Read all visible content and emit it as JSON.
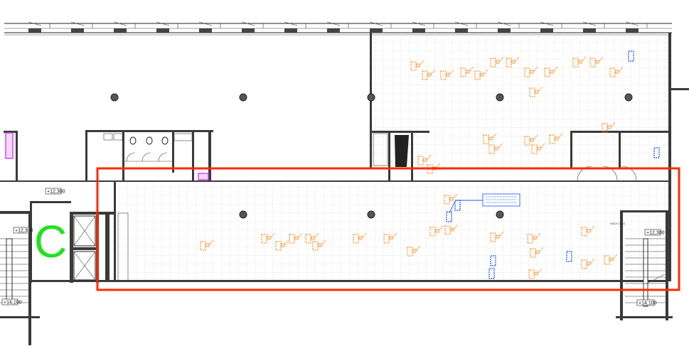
{
  "plan": {
    "zone_label": "C",
    "levels": {
      "core_c_top": "+12,300",
      "left_stair_top": "+12,300",
      "left_stair_bottom": "+14,100",
      "right_stair_top": "+12,300",
      "right_stair_bottom": "+14,100"
    },
    "rack_label": "RACK CELL",
    "colors": {
      "highlight": "#ff2a00",
      "zone_label": "#22e022",
      "device_tags": "#ff8a1e",
      "network_tags": "#1a4fff",
      "risers": "#cc33ff"
    }
  }
}
